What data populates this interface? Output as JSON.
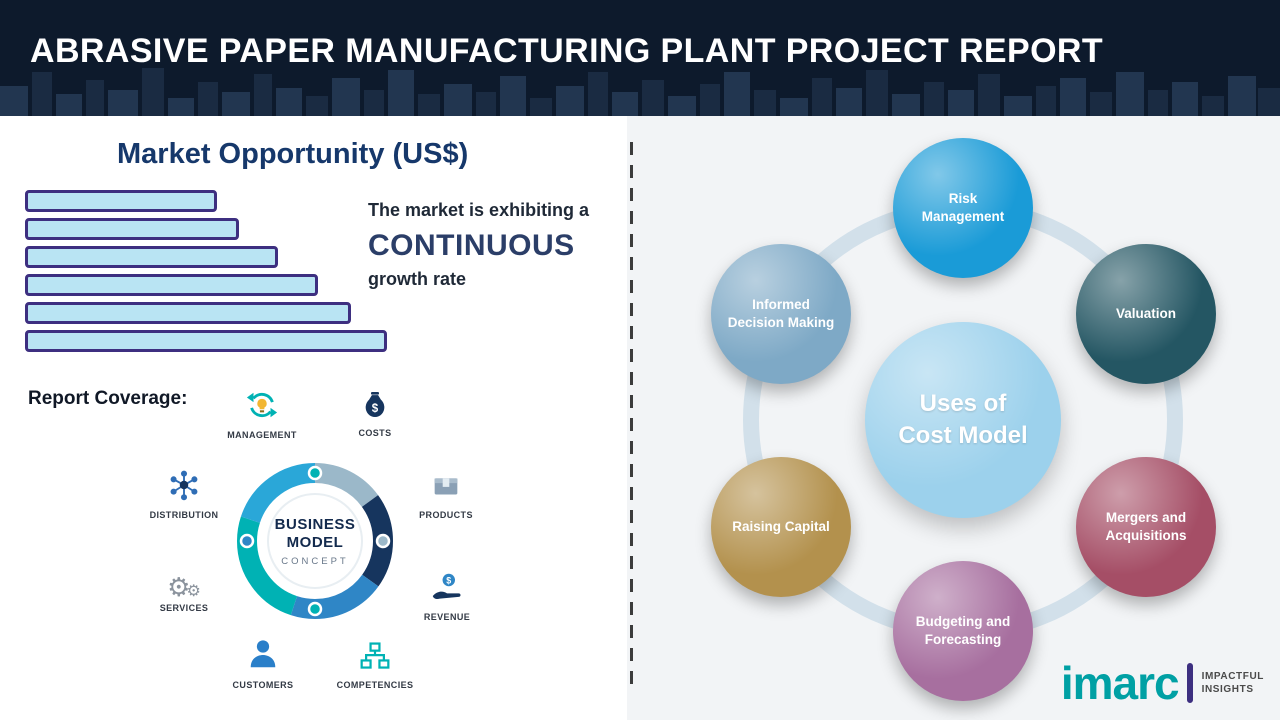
{
  "header": {
    "title": "ABRASIVE PAPER MANUFACTURING PLANT PROJECT REPORT"
  },
  "market": {
    "title": "Market Opportunity (US$)",
    "line1": "The market is exhibiting a",
    "highlight": "CONTINUOUS",
    "line2": "growth rate"
  },
  "chart_data": {
    "type": "bar",
    "orientation": "horizontal",
    "title": "Market Opportunity (US$)",
    "values": [
      53,
      59,
      70,
      81,
      90,
      100
    ],
    "unit": "relative length (percent of longest bar); bars are unlabeled",
    "bar_fill": "#b9e4f3",
    "bar_border": "#3d2f80",
    "axes": "none",
    "legend": "none"
  },
  "report": {
    "coverage_label": "Report Coverage:"
  },
  "business_model": {
    "center_line1": "BUSINESS",
    "center_line2": "MODEL",
    "center_line3": "CONCEPT",
    "items": [
      {
        "label": "MANAGEMENT",
        "icon": "circular-arrows-bulb-icon"
      },
      {
        "label": "COSTS",
        "icon": "money-bag-icon"
      },
      {
        "label": "DISTRIBUTION",
        "icon": "network-hub-icon"
      },
      {
        "label": "PRODUCTS",
        "icon": "box-icon"
      },
      {
        "label": "SERVICES",
        "icon": "gears-icon"
      },
      {
        "label": "REVENUE",
        "icon": "hand-coin-icon"
      },
      {
        "label": "CUSTOMERS",
        "icon": "person-icon"
      },
      {
        "label": "COMPETENCIES",
        "icon": "org-chart-icon"
      }
    ]
  },
  "cost_model": {
    "center_line1": "Uses of",
    "center_line2": "Cost Model",
    "center_color": "#9cd1ec",
    "items": [
      {
        "label": "Risk Management",
        "color": "#1a9bd7"
      },
      {
        "label": "Valuation",
        "color": "#245663"
      },
      {
        "label": "Mergers and Acquisitions",
        "color": "#a54e66"
      },
      {
        "label": "Budgeting and Forecasting",
        "color": "#a76f9f"
      },
      {
        "label": "Raising Capital",
        "color": "#b3914d"
      },
      {
        "label": "Informed Decision Making",
        "color": "#7ea9c6"
      }
    ]
  },
  "logo": {
    "brand": "imarc",
    "tagline_line1": "IMPACTFUL",
    "tagline_line2": "INSIGHTS"
  }
}
